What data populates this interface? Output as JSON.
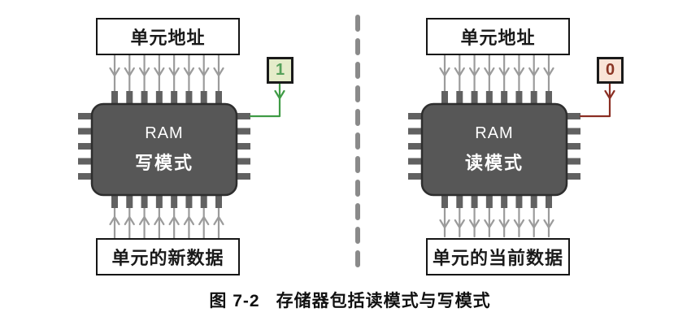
{
  "figure": {
    "caption_label": "图 7-2",
    "caption_text": "存储器包括读模式与写模式"
  },
  "panels": [
    {
      "id": "write",
      "top_box": "单元地址",
      "chip_line1": "RAM",
      "chip_line2": "写模式",
      "bottom_box": "单元的新数据",
      "control_bit": "1",
      "address_flow": "down",
      "data_flow": "up",
      "address_lines": 8,
      "data_lines": 8,
      "side_pins": 5,
      "accent_color": "#3f9b45",
      "bit_box_bg": "#e5ecca",
      "bit_text_color": "#55a05a"
    },
    {
      "id": "read",
      "top_box": "单元地址",
      "chip_line1": "RAM",
      "chip_line2": "读模式",
      "bottom_box": "单元的当前数据",
      "control_bit": "0",
      "address_flow": "down",
      "data_flow": "down",
      "address_lines": 8,
      "data_lines": 8,
      "side_pins": 5,
      "accent_color": "#8b2e23",
      "bit_box_bg": "#f9e4d7",
      "bit_text_color": "#8a3524"
    }
  ],
  "colors": {
    "chip_body": "#575757",
    "chip_border": "#2e2e2e",
    "pin": "#616161",
    "arrow": "#9b9b9b",
    "divider": "#8a8a8a",
    "box_border": "#151515"
  }
}
